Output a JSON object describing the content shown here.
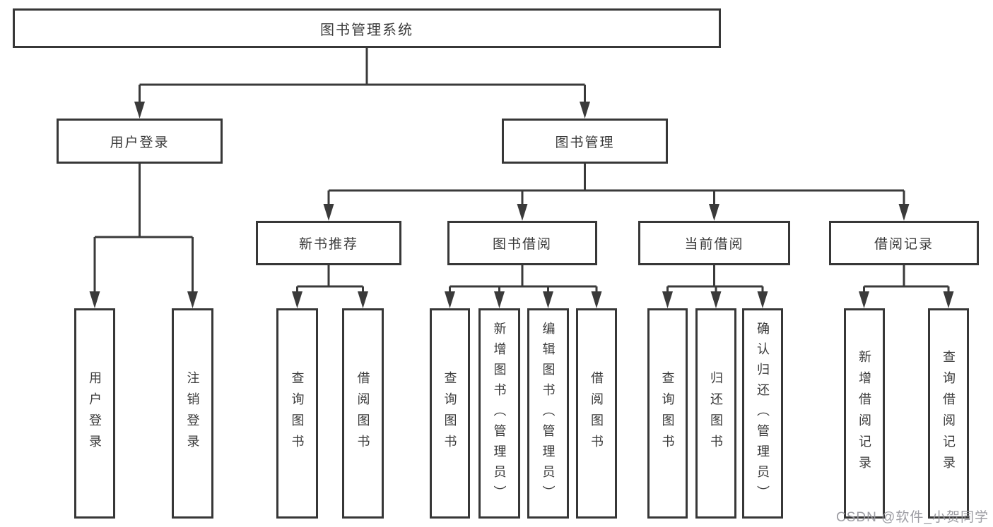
{
  "title": "图书管理系统",
  "watermark": "CSDN @软件_小贺同学",
  "colors": {
    "line": "#3a3a3a",
    "box_border": "#373737",
    "text": "#3b3b3b",
    "background": "#ffffff",
    "watermark": "#98989e"
  },
  "tree": {
    "root": {
      "label": "图书管理系统"
    },
    "branches": [
      {
        "label": "用户登录",
        "children": [
          {
            "label": "用户登录"
          },
          {
            "label": "注销登录"
          }
        ]
      },
      {
        "label": "图书管理",
        "children": [
          {
            "label": "新书推荐",
            "children": [
              {
                "label": "查询图书"
              },
              {
                "label": "借阅图书"
              }
            ]
          },
          {
            "label": "图书借阅",
            "children": [
              {
                "label": "查询图书"
              },
              {
                "label": "新增图书（管理员）"
              },
              {
                "label": "编辑图书（管理员）"
              },
              {
                "label": "借阅图书"
              }
            ]
          },
          {
            "label": "当前借阅",
            "children": [
              {
                "label": "查询图书"
              },
              {
                "label": "归还图书"
              },
              {
                "label": "确认归还（管理员）"
              }
            ]
          },
          {
            "label": "借阅记录",
            "children": [
              {
                "label": "新增借阅记录"
              },
              {
                "label": "查询借阅记录"
              }
            ]
          }
        ]
      }
    ]
  }
}
